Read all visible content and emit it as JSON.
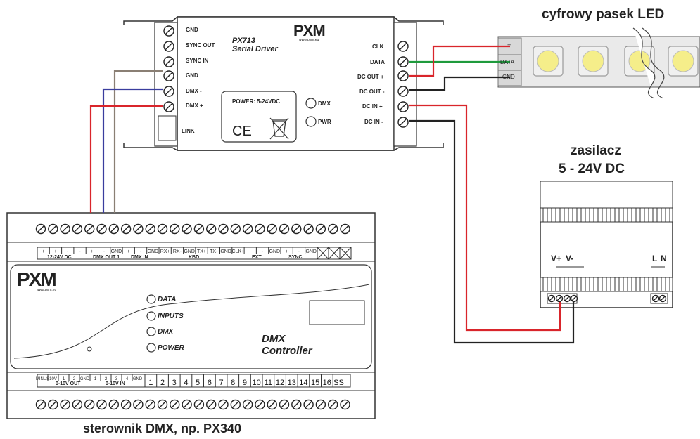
{
  "captions": {
    "led_strip": "cyfrowy pasek LED",
    "psu_line1": "zasilacz",
    "psu_line2": "5 - 24V DC",
    "controller": "sterownik DMX, np. PX340"
  },
  "px713": {
    "brand": "PXM",
    "web": "www.pxm.eu",
    "model": "PX713",
    "name": "Serial Driver",
    "power": "POWER:    5-24VDC",
    "ce": "CE",
    "led_dmx": "DMX",
    "led_pwr": "PWR",
    "link": "LINK",
    "left_terminals": [
      "GND",
      "SYNC OUT",
      "SYNC IN",
      "GND",
      "DMX -",
      "DMX +"
    ],
    "right_terminals": [
      "CLK",
      "DATA",
      "DC OUT +",
      "DC OUT -",
      "DC IN +",
      "DC IN -"
    ]
  },
  "led_strip": {
    "pins": [
      "+",
      "DATA",
      "GND"
    ]
  },
  "psu": {
    "v_plus": "V+",
    "v_minus": "V-",
    "l": "L",
    "n": "N"
  },
  "controller": {
    "brand": "PXM",
    "web": "www.pxm.eu",
    "title1": "DMX",
    "title2": "Controller",
    "leds": [
      "DATA",
      "INPUTS",
      "DMX",
      "POWER"
    ],
    "top_groups": [
      "12-24V DC",
      "DMX OUT 1",
      "DMX IN",
      "KBD",
      "EXT",
      "SYNC"
    ],
    "top_pins": [
      "+",
      "+",
      "-",
      "-",
      "+",
      "-",
      "GND",
      "+",
      "-",
      "GND",
      "RX+",
      "RX-",
      "GND",
      "TX+",
      "TX-",
      "GND",
      "CLK+",
      "+",
      "-",
      "GND",
      "+",
      "-",
      "GND"
    ],
    "bottom_small": [
      "MINUS",
      "10V",
      "1",
      "2",
      "GND",
      "1",
      "2",
      "3",
      "4",
      "GND"
    ],
    "bottom_groups": [
      "0-10V OUT",
      "0-10V IN"
    ],
    "bottom_numbers": [
      "1",
      "2",
      "3",
      "4",
      "5",
      "6",
      "7",
      "8",
      "9",
      "10",
      "11",
      "12",
      "13",
      "14",
      "15",
      "16",
      "SS"
    ]
  },
  "colors": {
    "red": "#d9252b",
    "green": "#1e9a3c",
    "black": "#222222",
    "blue": "#3a3d9e",
    "gray": "#8a7f74",
    "led_yellow": "#f5ee8a"
  }
}
